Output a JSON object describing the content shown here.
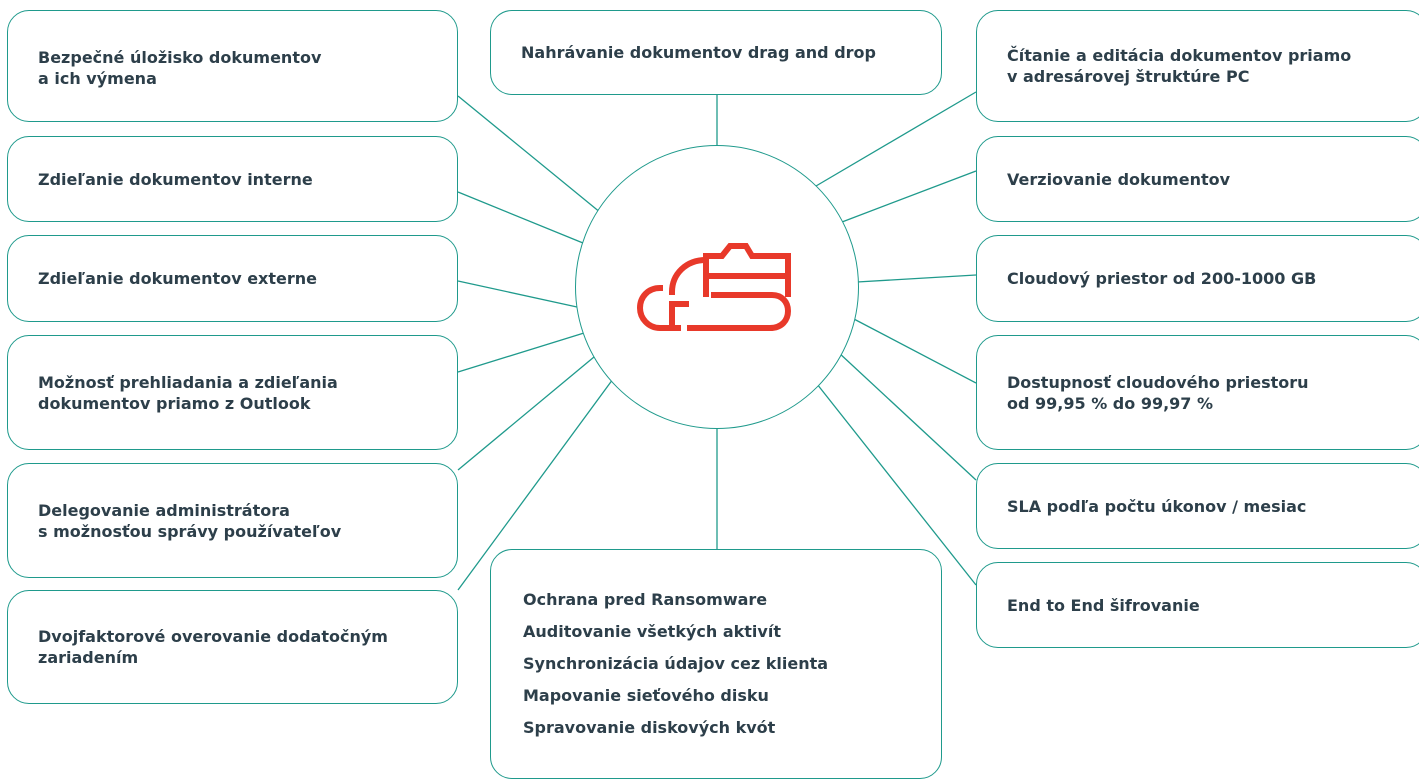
{
  "colors": {
    "line": "#1f9a8c",
    "text": "#2d3f4a",
    "logo": "#e8392a"
  },
  "hub": {
    "icon": "cloud-folder-logo-icon"
  },
  "left": [
    {
      "id": "secure-storage",
      "lines": [
        "Bezpečné úložisko dokumentov",
        "a ich výmena"
      ]
    },
    {
      "id": "share-internal",
      "lines": [
        "Zdieľanie dokumentov interne"
      ]
    },
    {
      "id": "share-external",
      "lines": [
        "Zdieľanie dokumentov externe"
      ]
    },
    {
      "id": "outlook",
      "lines": [
        "Možnosť prehliadania a zdieľania",
        "dokumentov priamo z Outlook"
      ]
    },
    {
      "id": "delegate-admin",
      "lines": [
        "Delegovanie administrátora",
        "s možnosťou správy používateľov"
      ]
    },
    {
      "id": "two-factor",
      "lines": [
        "Dvojfaktorové overovanie dodatočným",
        "zariadením"
      ]
    }
  ],
  "top": {
    "id": "drag-drop",
    "lines": [
      "Nahrávanie dokumentov drag and drop"
    ]
  },
  "right": [
    {
      "id": "edit-in-pc",
      "lines": [
        "Čítanie a editácia dokumentov priamo",
        "v adresárovej štruktúre PC"
      ]
    },
    {
      "id": "versioning",
      "lines": [
        "Verziovanie dokumentov"
      ]
    },
    {
      "id": "cloud-space",
      "lines": [
        "Cloudový priestor od 200-1000 GB"
      ]
    },
    {
      "id": "availability",
      "lines": [
        "Dostupnosť cloudového priestoru",
        "od 99,95 % do 99,97 %"
      ]
    },
    {
      "id": "sla",
      "lines": [
        "SLA podľa počtu úkonov / mesiac"
      ]
    },
    {
      "id": "e2e",
      "lines": [
        "End to End šifrovanie"
      ]
    }
  ],
  "bottom": {
    "id": "features",
    "items": [
      "Ochrana pred Ransomware",
      "Auditovanie všetkých aktivít",
      "Synchronizácia údajov cez klienta",
      "Mapovanie sieťového disku",
      "Spravovanie diskových kvót"
    ]
  }
}
